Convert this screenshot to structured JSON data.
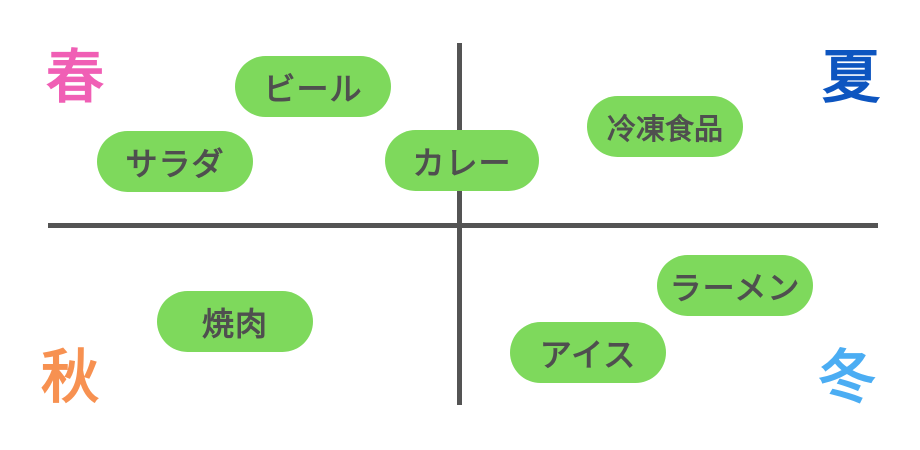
{
  "diagram": {
    "type": "quadrant-map",
    "quadrants": [
      {
        "position": "top-left",
        "label": "春",
        "color": "#f05fb5"
      },
      {
        "position": "top-right",
        "label": "夏",
        "color": "#0d55c0"
      },
      {
        "position": "bottom-left",
        "label": "秋",
        "color": "#f79151"
      },
      {
        "position": "bottom-right",
        "label": "冬",
        "color": "#4badf3"
      }
    ],
    "items": [
      {
        "label": "ビール",
        "quadrant": "top-left"
      },
      {
        "label": "サラダ",
        "quadrant": "top-left"
      },
      {
        "label": "カレー",
        "quadrant": "top-center"
      },
      {
        "label": "冷凍食品",
        "quadrant": "top-right"
      },
      {
        "label": "焼肉",
        "quadrant": "bottom-left"
      },
      {
        "label": "ラーメン",
        "quadrant": "bottom-right"
      },
      {
        "label": "アイス",
        "quadrant": "bottom-right"
      }
    ],
    "colors": {
      "item_pill_bg": "#7ed95c",
      "item_pill_text": "#4f4f4f",
      "axis_line": "#545454",
      "background": "#ffffff"
    }
  }
}
